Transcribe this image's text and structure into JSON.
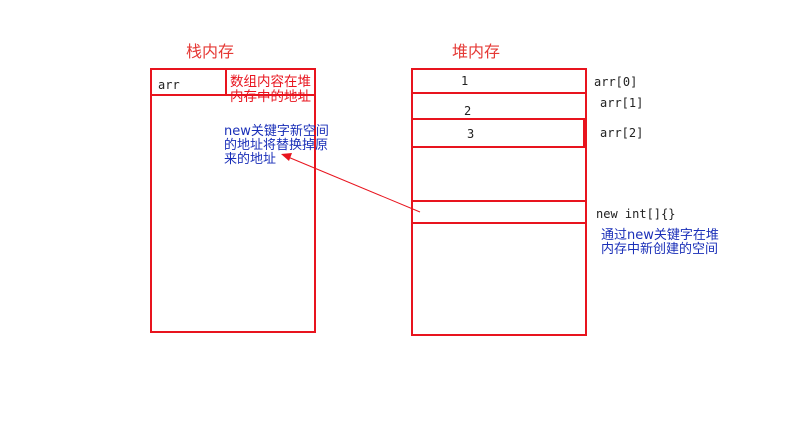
{
  "stack": {
    "title": "栈内存",
    "var_name": "arr",
    "cell_text_line1": "数组内容在堆",
    "cell_text_line2": "内存中的地址"
  },
  "note": {
    "line1": "new关键字新空间",
    "line2": "的地址将替换掉原",
    "line3": "来的地址"
  },
  "heap": {
    "title": "堆内存",
    "cells": [
      "1",
      "2",
      "3"
    ],
    "labels": [
      "arr[0]",
      "arr[1]",
      "arr[2]"
    ],
    "new_label": "new int[]{}",
    "new_note_line1": "通过new关键字在堆",
    "new_note_line2": "内存中新创建的空间"
  },
  "colors": {
    "frame": "#e8141e",
    "note_text": "#1a2fb8",
    "arrow": "#e8141e"
  }
}
